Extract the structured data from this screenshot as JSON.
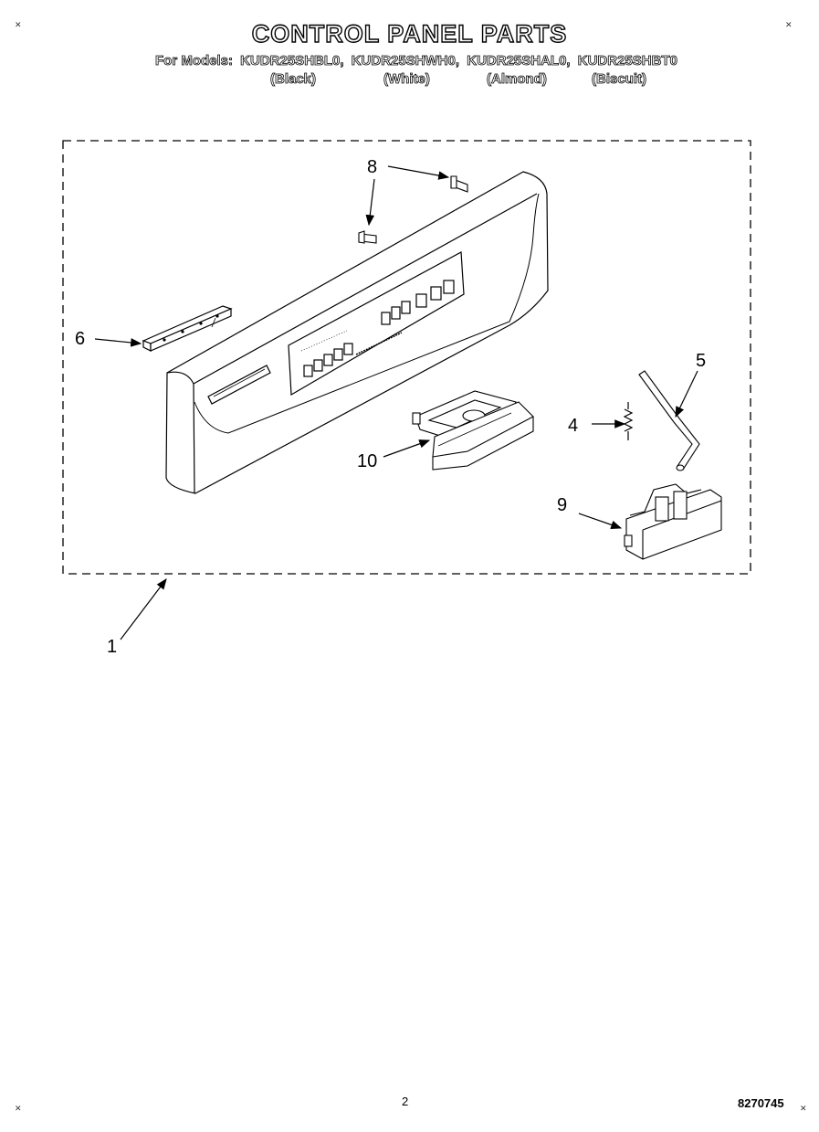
{
  "title": "CONTROL PANEL PARTS",
  "models_prefix": "For Models:",
  "models": [
    "KUDR25SHBL0,",
    "KUDR25SHWH0,",
    "KUDR25SHAL0,",
    "KUDR25SHBT0"
  ],
  "finishes": [
    "(Black)",
    "(White)",
    "(Almond)",
    "(Biscuit)"
  ],
  "callouts": {
    "c1": "1",
    "c4": "4",
    "c5": "5",
    "c6": "6",
    "c8": "8",
    "c9": "9",
    "c10": "10"
  },
  "page_number": "2",
  "document_number": "8270745"
}
